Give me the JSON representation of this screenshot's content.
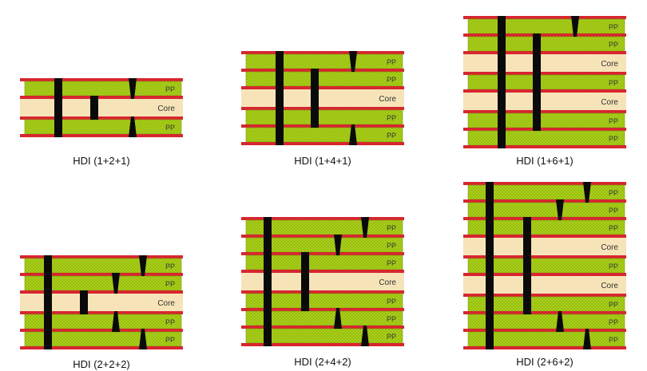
{
  "colors": {
    "copper": "#d7262f",
    "prepreg": "#a9d018",
    "prepreg_dots": "#7f9f0c",
    "core": "#f6e4b8",
    "via": "#0a0a0a",
    "layer_text": "#333333"
  },
  "labels": {
    "pp": "PP",
    "core": "Core"
  },
  "stackups": [
    {
      "title": "HDI (1+2+1)",
      "layers": [
        "PP",
        "Core",
        "PP"
      ]
    },
    {
      "title": "HDI (1+4+1)",
      "layers": [
        "PP",
        "PP",
        "Core",
        "PP",
        "PP"
      ]
    },
    {
      "title": "HDI (1+6+1)",
      "layers": [
        "PP",
        "PP",
        "Core",
        "PP",
        "Core",
        "PP",
        "PP"
      ]
    },
    {
      "title": "HDI (2+2+2)",
      "layers": [
        "PP",
        "PP",
        "Core",
        "PP",
        "PP"
      ]
    },
    {
      "title": "HDI (2+4+2)",
      "layers": [
        "PP",
        "PP",
        "PP",
        "Core",
        "PP",
        "PP",
        "PP"
      ]
    },
    {
      "title": "HDI (2+6+2)",
      "layers": [
        "PP",
        "PP",
        "PP",
        "Core",
        "PP",
        "Core",
        "PP",
        "PP",
        "PP"
      ]
    }
  ]
}
